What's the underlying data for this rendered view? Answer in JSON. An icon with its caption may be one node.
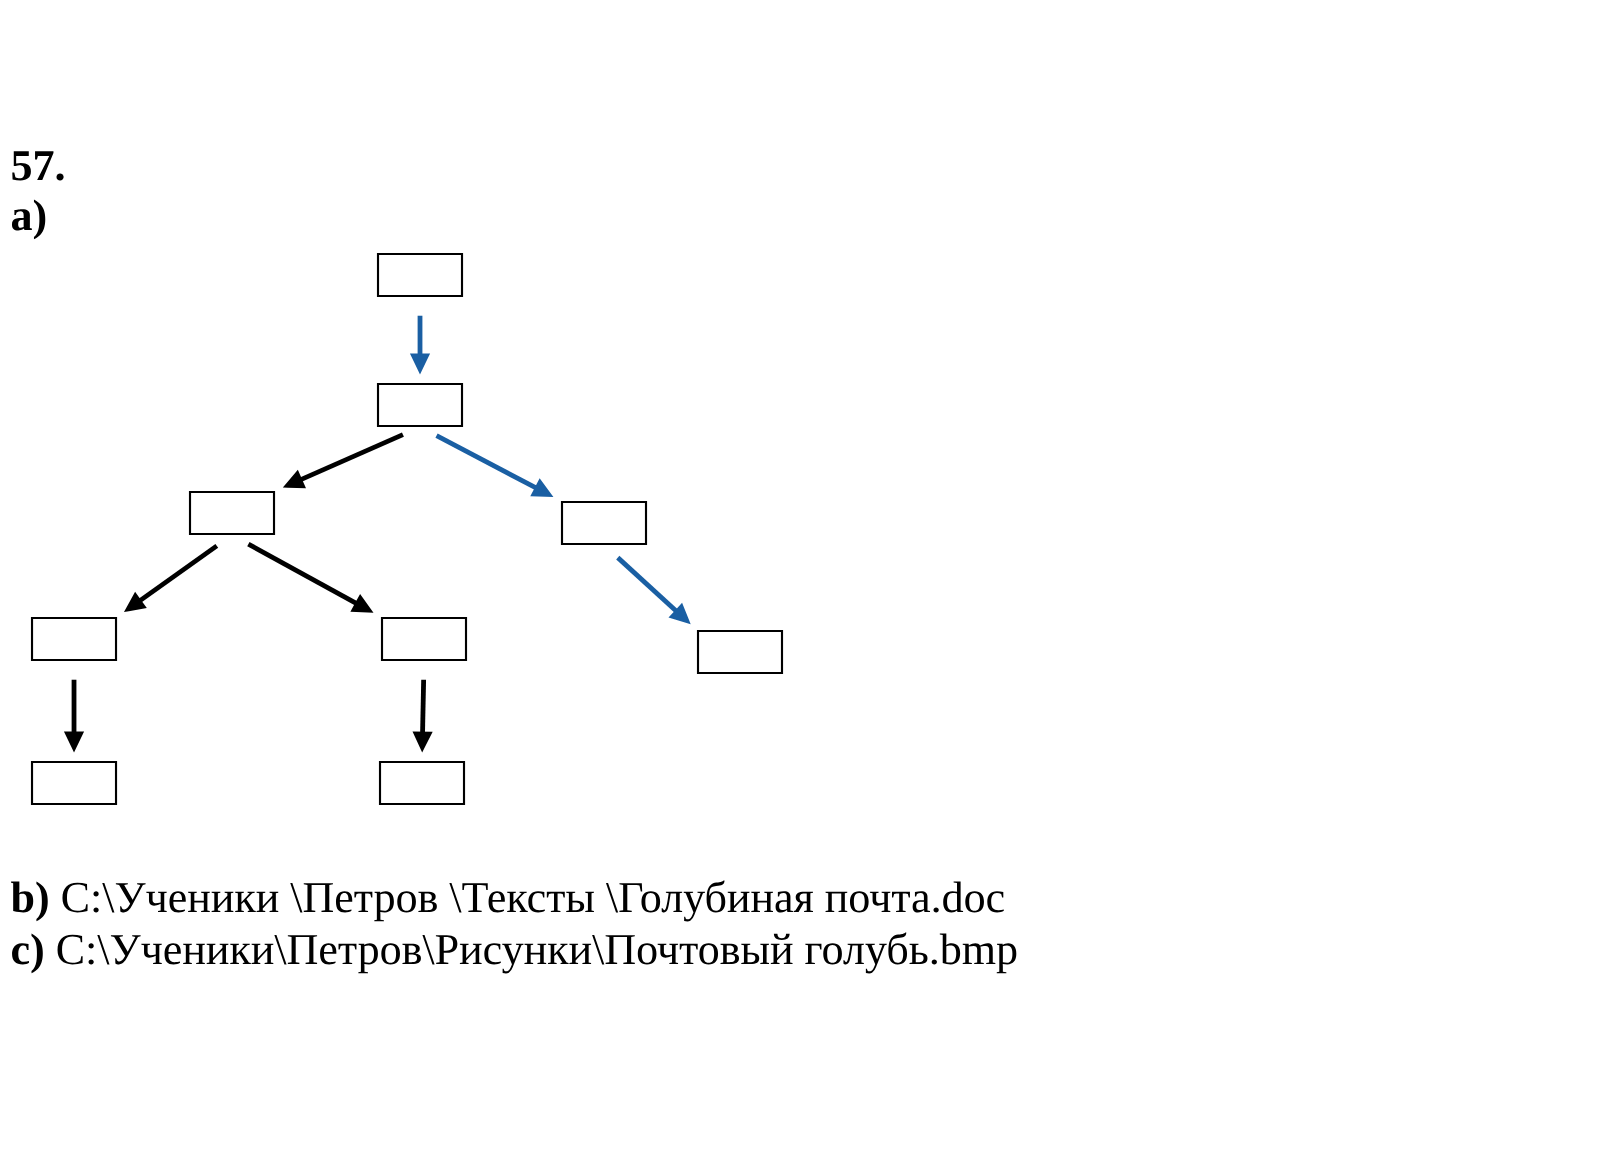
{
  "diagram": {
    "nodes": [
      {
        "text": [],
        "shape": "box"
      },
      {
        "text": [],
        "shape": "box"
      },
      {
        "text": [],
        "shape": "box"
      },
      {
        "text": [],
        "shape": "box"
      },
      {
        "text": [],
        "shape": "box"
      },
      {
        "text": [],
        "shape": "box"
      },
      {
        "text": [],
        "shape": "box"
      },
      {
        "text": [],
        "shape": "box"
      },
      {
        "text": [],
        "shape": "box"
      }
    ],
    "edges": [
      {
        "from": 0,
        "to": 1,
        "arrow": "to",
        "color": "#1a5fa3"
      },
      {
        "from": 1,
        "to": 2,
        "arrow": "to"
      },
      {
        "from": 1,
        "to": 3,
        "arrow": "to",
        "color": "#1a5fa3"
      },
      {
        "from": 2,
        "to": 4,
        "arrow": "to"
      },
      {
        "from": 2,
        "to": 5,
        "arrow": "to"
      },
      {
        "from": 3,
        "to": 6,
        "arrow": "to",
        "color": "#1a5fa3"
      },
      {
        "from": 4,
        "to": 7,
        "arrow": "to"
      },
      {
        "from": 5,
        "to": 8,
        "arrow": "to"
      }
    ],
    "labels": [
      "57.",
      "a)",
      "**b)** C:\\Ученики \\Петров \\Тексты \\Голубиная почта.doc",
      "**c)** C:\\Ученики\\Петров\\Рисунки\\Почтовый голубь.bmp"
    ]
  }
}
